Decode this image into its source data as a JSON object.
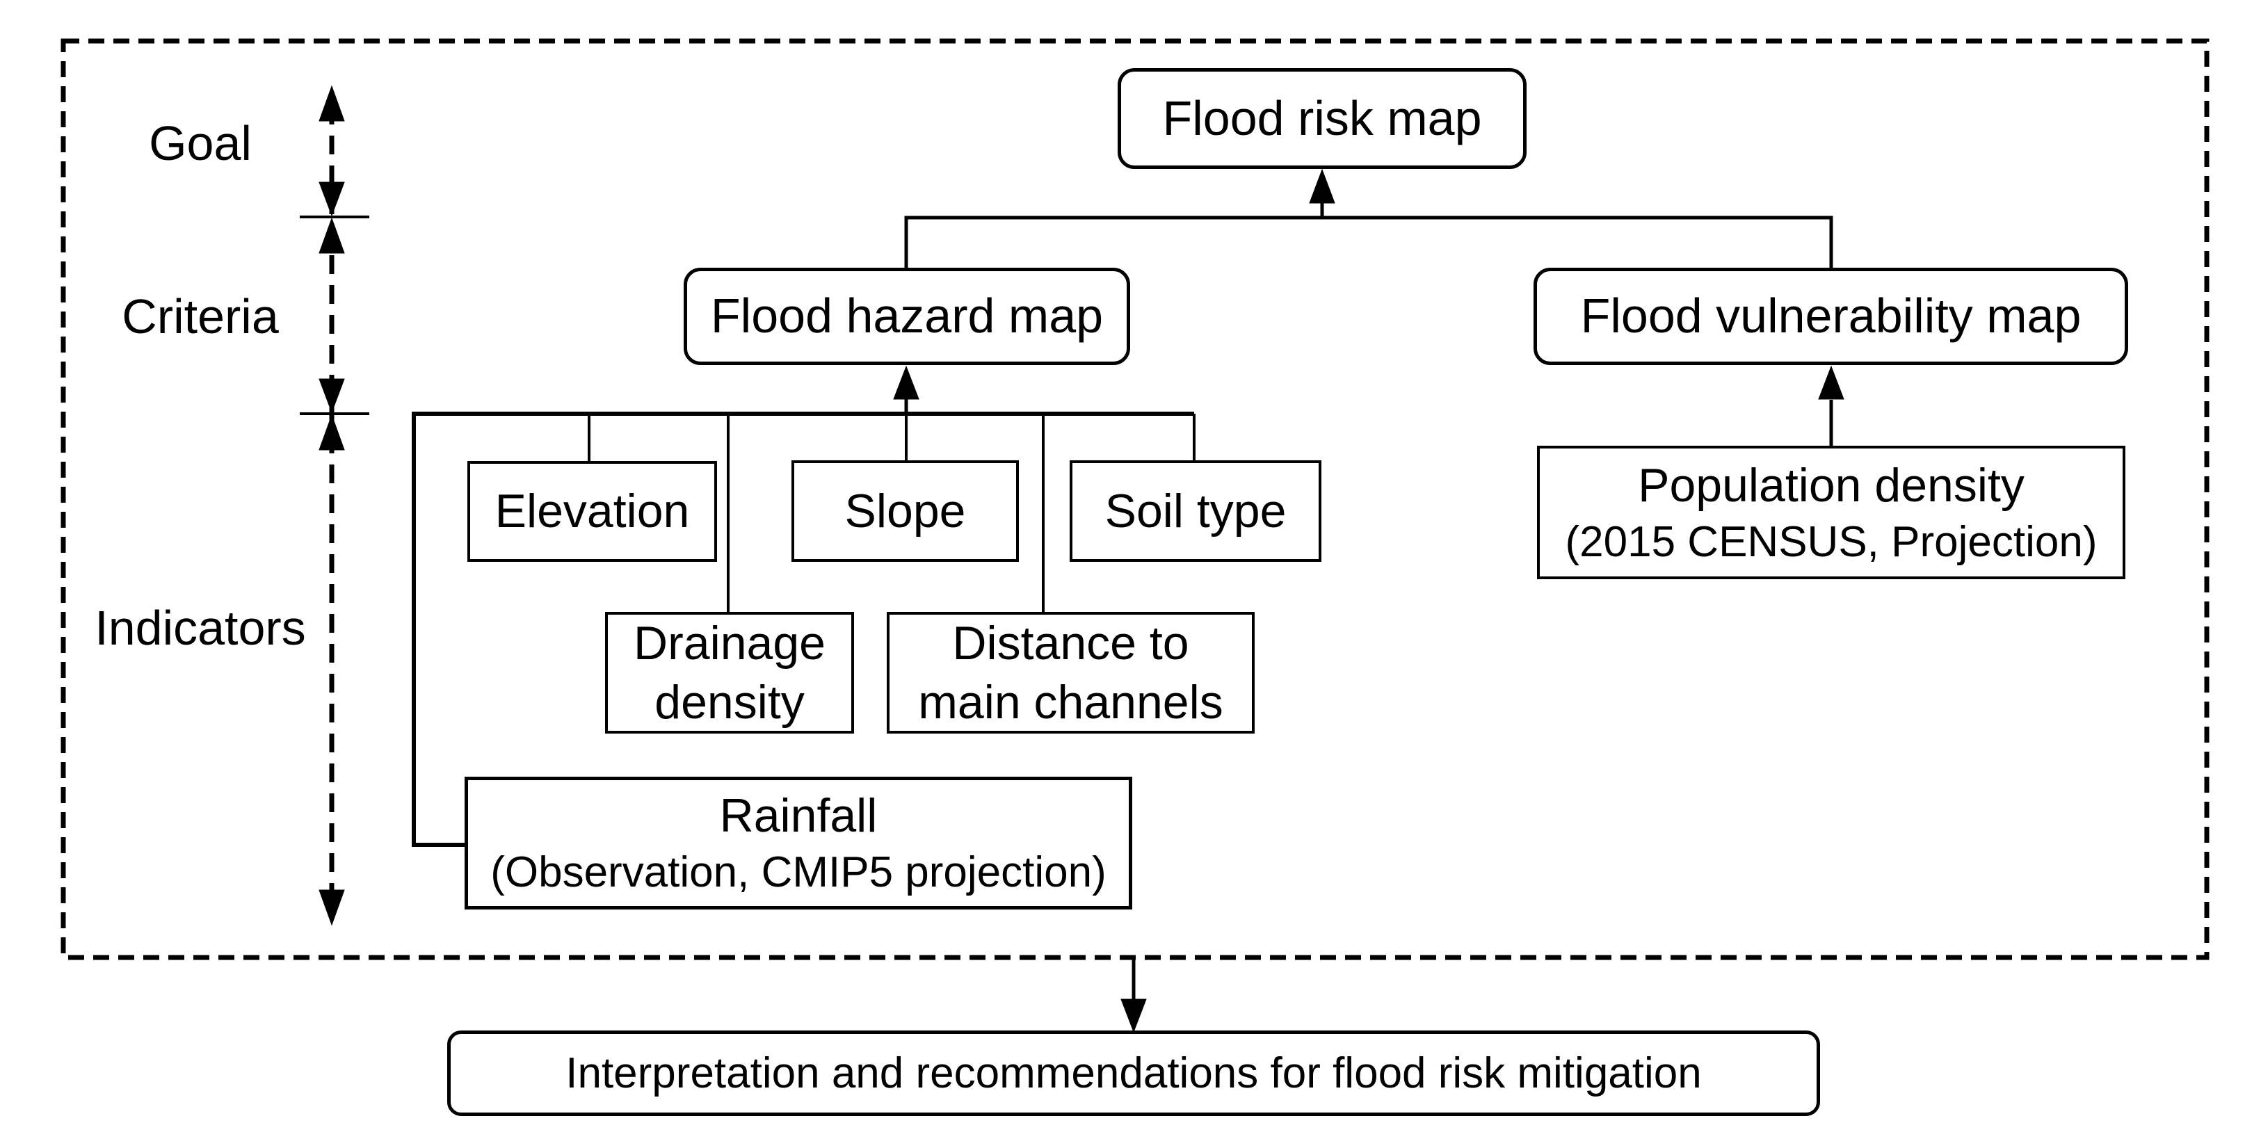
{
  "figure": {
    "background": "#ffffff",
    "line_color": "#000000",
    "text_color": "#000000"
  },
  "hierarchy_levels": {
    "goal": "Goal",
    "criteria": "Criteria",
    "indicators": "Indicators"
  },
  "nodes": {
    "flood_risk": {
      "label": "Flood risk map"
    },
    "flood_hazard": {
      "label": "Flood hazard map"
    },
    "flood_vulnerability": {
      "label": "Flood vulnerability map"
    },
    "elevation": {
      "label": "Elevation"
    },
    "slope": {
      "label": "Slope"
    },
    "soil_type": {
      "label": "Soil type"
    },
    "drainage_density": {
      "line1": "Drainage",
      "line2": "density"
    },
    "distance_to_main_channels": {
      "line1": "Distance to",
      "line2": "main channels"
    },
    "rainfall": {
      "line1": "Rainfall",
      "line2": "(Observation, CMIP5 projection)"
    },
    "population_density": {
      "line1": "Population density",
      "line2": "(2015 CENSUS, Projection)"
    },
    "interpretation": {
      "label": "Interpretation and recommendations for flood risk mitigation"
    }
  }
}
